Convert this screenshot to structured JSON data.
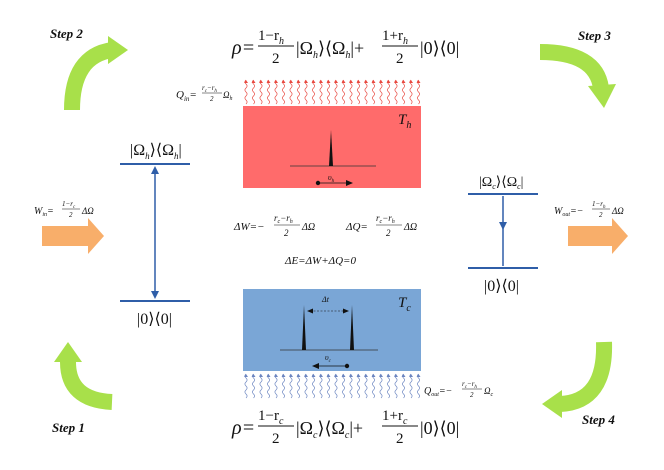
{
  "steps": {
    "step1": "Step 1",
    "step2": "Step 2",
    "step3": "Step 3",
    "step4": "Step 4"
  },
  "hot_state_equation": {
    "lhs": "ρ=",
    "num1": "1−r",
    "num1_sub": "h",
    "den": "2",
    "ket_open": "|Ω",
    "ket_sub": "h",
    "ket_mid": "⟩⟨Ω",
    "ket_end": "|+",
    "num2": "1+r",
    "num2_sub": "h",
    "den2": "2",
    "vac": "|0⟩⟨0|"
  },
  "cold_state_equation": {
    "lhs": "ρ=",
    "num1": "1−r",
    "num1_sub": "c",
    "den": "2",
    "ket_open": "|Ω",
    "ket_sub": "c",
    "ket_mid": "⟩⟨Ω",
    "ket_end": "|+",
    "num2": "1+r",
    "num2_sub": "c",
    "den2": "2",
    "vac": "|0⟩⟨0|"
  },
  "hot_bath": {
    "label": "T",
    "label_sub": "h",
    "omega": "υ",
    "omega_sub": "h",
    "color": "#ff6b6b",
    "arrow_color": "#e8483f"
  },
  "cold_bath": {
    "label": "T",
    "label_sub": "c",
    "omega": "υ",
    "omega_sub": "c",
    "delta_t": "Δt",
    "color": "#7aa6d6",
    "arrow_color": "#6b85c0"
  },
  "q_in": {
    "lhs": "Q",
    "lhs_sub": "in",
    "num": "r",
    "num_sub1": "c",
    "num_mid": "−r",
    "num_sub2": "h",
    "den": "2",
    "omega": "Ω",
    "omega_sub": "h"
  },
  "q_out": {
    "lhs": "Q",
    "lhs_sub": "out",
    "prefix": "=−",
    "num": "r",
    "num_sub1": "c",
    "num_mid": "−r",
    "num_sub2": "h",
    "den": "2",
    "omega": "Ω",
    "omega_sub": "c"
  },
  "w_in": {
    "lhs": "W",
    "lhs_sub": "in",
    "num": "1−r",
    "num_sub": "c",
    "den": "2",
    "tail": "ΔΩ"
  },
  "w_out": {
    "lhs": "W",
    "lhs_sub": "out",
    "prefix": "=−",
    "num": "1−r",
    "num_sub": "h",
    "den": "2",
    "tail": "ΔΩ"
  },
  "delta_w": {
    "lhs": "ΔW=−",
    "num": "r",
    "num_sub1": "c",
    "num_mid": "−r",
    "num_sub2": "h",
    "den": "2",
    "tail": "ΔΩ"
  },
  "delta_q": {
    "lhs": "ΔQ=",
    "num": "r",
    "num_sub1": "c",
    "num_mid": "−r",
    "num_sub2": "h",
    "den": "2",
    "tail": "ΔΩ"
  },
  "delta_e": "ΔE=ΔW+ΔQ=0",
  "left_levels": {
    "top_open": "|Ω",
    "top_sub": "h",
    "top_mid": "⟩⟨Ω",
    "top_sub2": "h",
    "top_end": "|",
    "bottom": "|0⟩⟨0|"
  },
  "right_levels": {
    "top_open": "|Ω",
    "top_sub": "c",
    "top_mid": "⟩⟨Ω",
    "top_sub2": "c",
    "top_end": "|",
    "bottom": "|0⟩⟨0|"
  },
  "colors": {
    "step_arrow": "#a8e04a",
    "work_arrow": "#f8ae6a",
    "level_line": "#2f5ea8",
    "text": "#111111"
  }
}
